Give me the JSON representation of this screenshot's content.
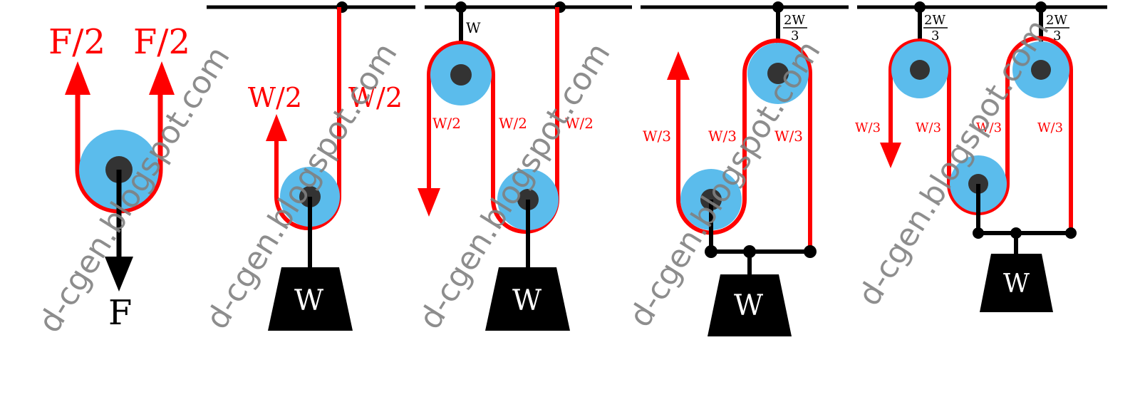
{
  "colors": {
    "rope": "#ff0000",
    "pulley": "#5bbcec",
    "axle": "#333333",
    "beam": "#000000",
    "label_red": "#ff0000",
    "watermark": "#808080"
  },
  "watermark": "d-cgen.blogspot.com",
  "panel1": {
    "force_left": "F/2",
    "force_right": "F/2",
    "force_down": "F"
  },
  "panel2": {
    "tension_left": "W/2",
    "tension_right": "W/2",
    "weight": "W"
  },
  "panel3": {
    "hanger_load": "W",
    "t1": "W/2",
    "t2": "W/2",
    "t3": "W/2",
    "weight": "W"
  },
  "panel4": {
    "hanger_num": "2W",
    "hanger_den": "3",
    "t1": "W/3",
    "t2": "W/3",
    "t3": "W/3",
    "weight": "W"
  },
  "panel5": {
    "hanger1_num": "2W",
    "hanger1_den": "3",
    "hanger2_num": "2W",
    "hanger2_den": "3",
    "t1": "W/3",
    "t2": "W/3",
    "t3": "W/3",
    "t4": "W/3",
    "weight": "W"
  }
}
